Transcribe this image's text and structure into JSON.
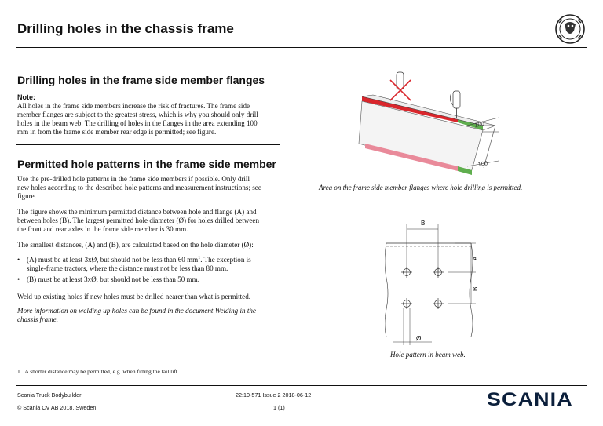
{
  "header": {
    "title": "Drilling holes in the chassis frame"
  },
  "section1": {
    "heading": "Drilling holes in the frame side member flanges",
    "note_label": "Note:",
    "note_lines": [
      "All holes in the frame side members increase the risk of fractures. The frame side",
      "member flanges are subject to the greatest stress, which is why you should only drill",
      "holes in the beam web. The drilling of holes in the flanges in the area extending 100",
      "mm in from the frame side member rear edge is permitted; see figure."
    ]
  },
  "section2": {
    "heading": "Permitted hole patterns in the frame side member",
    "para1_lines": [
      "Use the pre-drilled hole patterns in the frame side members if possible. Only drill",
      "new holes according to the described hole patterns and measurement instructions; see",
      "figure."
    ],
    "para2_lines": [
      "The figure shows the minimum permitted distance between hole and flange (A) and",
      "between holes (B). The largest permitted hole diameter (Ø) for holes drilled between",
      "the front and rear axles in the frame side member is 30 mm."
    ],
    "para3": "The smallest distances, (A) and (B), are calculated based on the hole diameter (Ø):",
    "bullet1_line1": "(A) must be at least 3xØ, but should not be less than 60 mm",
    "bullet1_sup": "1",
    "bullet1_line1_end": ". The exception is",
    "bullet1_line2": "single-frame tractors, where the distance must not be less than 80 mm.",
    "bullet2": "(B) must be at least 3xØ, but should not be less than 50 mm.",
    "para4": "Weld up existing holes if new holes must be drilled nearer than what is permitted.",
    "para5_lines": [
      "More information on welding up holes can be found in the document Welding in the",
      "chassis frame."
    ]
  },
  "figure1": {
    "caption": "Area on the frame side member flanges where hole drilling is permitted.",
    "dim1": "100",
    "dim2": "100"
  },
  "figure2": {
    "caption": "Hole pattern in beam web.",
    "label_b_top": "B",
    "label_a": "A",
    "label_b_side": "B",
    "label_dia": "Ø"
  },
  "footnote": {
    "number": "1.",
    "text": "A shorter distance may be permitted, e.g. when fitting the tail lift."
  },
  "footer": {
    "left1": "Scania Truck Bodybuilder",
    "left2": "© Scania CV AB 2018, Sweden",
    "mid1": "22:10-571 Issue 2  2018-06-12",
    "mid2": "1 (1)",
    "brand": "SCANIA"
  },
  "colors": {
    "forbidden_red": "#d9262c",
    "permitted_green": "#5fae4e",
    "pink": "#e98a9a",
    "accent_blue": "#2a7de1"
  }
}
